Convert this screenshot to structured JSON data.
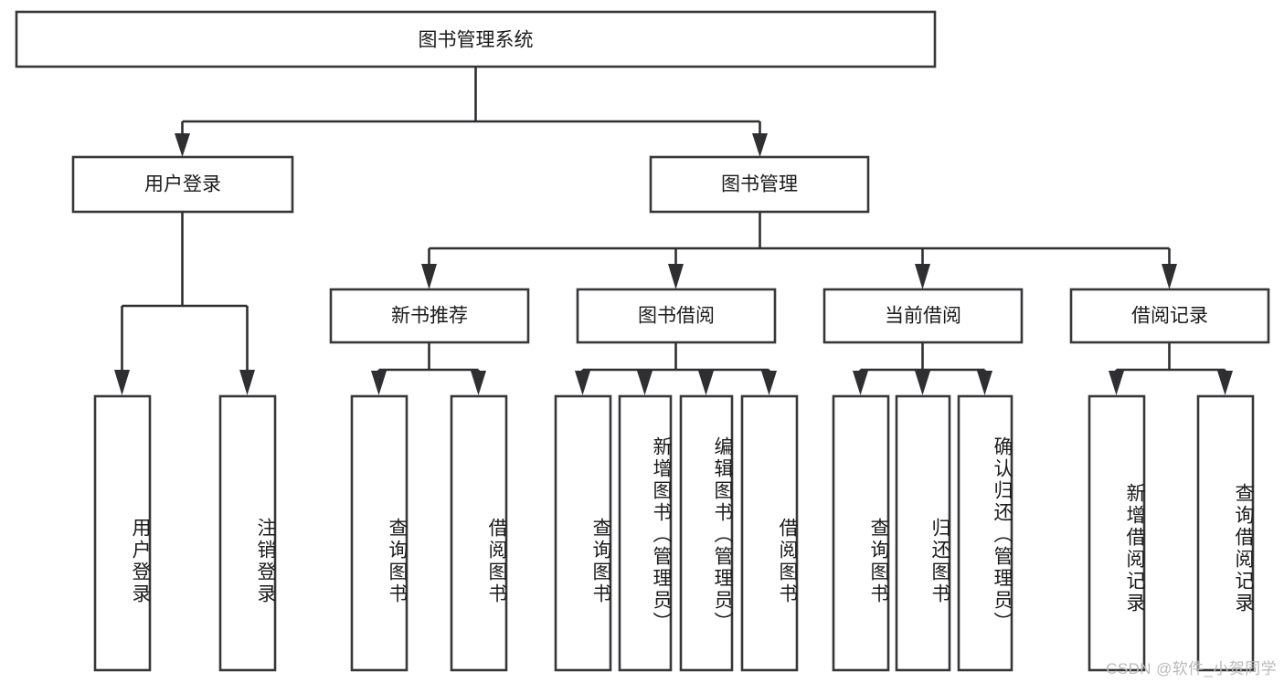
{
  "diagram": {
    "title_node": {
      "label": "图书管理系统"
    },
    "level2": [
      {
        "id": "user-login",
        "label": "用户登录"
      },
      {
        "id": "book-manage",
        "label": "图书管理"
      }
    ],
    "level3": [
      {
        "id": "new-book-recommend",
        "label": "新书推荐"
      },
      {
        "id": "book-borrow",
        "label": "图书借阅"
      },
      {
        "id": "current-borrow",
        "label": "当前借阅"
      },
      {
        "id": "borrow-record",
        "label": "借阅记录"
      }
    ],
    "leaves": {
      "user_login": [
        {
          "id": "leaf-user-login",
          "label": "用户登录"
        },
        {
          "id": "leaf-logout-login",
          "label": "注销登录"
        }
      ],
      "new_book_recommend": [
        {
          "id": "leaf-query-book-1",
          "label": "查询图书"
        },
        {
          "id": "leaf-borrow-book-1",
          "label": "借阅图书"
        }
      ],
      "book_borrow": [
        {
          "id": "leaf-query-book-2",
          "label": "查询图书"
        },
        {
          "id": "leaf-add-book",
          "label": "新增图书（管理员）"
        },
        {
          "id": "leaf-edit-book",
          "label": "编辑图书（管理员）"
        },
        {
          "id": "leaf-borrow-book-2",
          "label": "借阅图书"
        }
      ],
      "current_borrow": [
        {
          "id": "leaf-query-book-3",
          "label": "查询图书"
        },
        {
          "id": "leaf-return-book",
          "label": "归还图书"
        },
        {
          "id": "leaf-confirm-return",
          "label": "确认归还（管理员）"
        }
      ],
      "borrow_record": [
        {
          "id": "leaf-add-record",
          "label": "新增借阅记录"
        },
        {
          "id": "leaf-query-record",
          "label": "查询借阅记录"
        }
      ]
    },
    "watermark": "CSDN @软件_小贺同学",
    "colors": {
      "box_stroke": "#37373a",
      "box_fill": "#ffffff",
      "connector": "#2f2f32",
      "text": "#1b1b1b",
      "watermark": "#b9b9bb",
      "background": "#ffffff"
    }
  }
}
